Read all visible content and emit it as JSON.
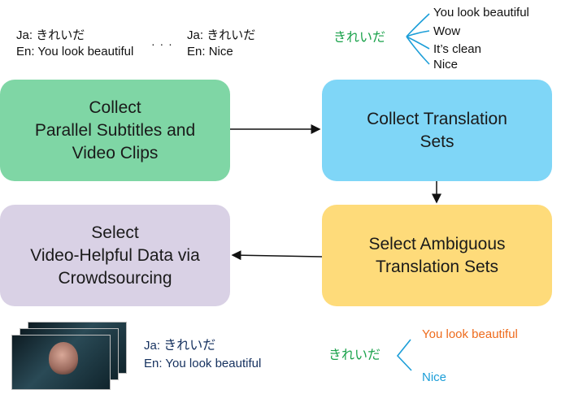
{
  "top_left_example": {
    "first": {
      "ja_prefix": "Ja:",
      "ja_text": "きれいだ",
      "en_prefix": "En:",
      "en_text": "You look beautiful"
    },
    "ellipsis": "· · ·",
    "second": {
      "ja_prefix": "Ja:",
      "ja_text": "きれいだ",
      "en_prefix": "En:",
      "en_text": "Nice"
    }
  },
  "top_right_example": {
    "source": "きれいだ",
    "translations": [
      "You look beautiful",
      "Wow",
      "It’s clean",
      "Nice"
    ]
  },
  "boxes": {
    "collect": "Collect\nParallel Subtitles and\nVideo Clips",
    "translation_sets": "Collect Translation\nSets",
    "ambiguous": "Select Ambiguous\nTranslation Sets",
    "crowd": "Select\nVideo-Helpful Data via\nCrowdsourcing"
  },
  "bottom_example": {
    "ja_prefix": "Ja:",
    "ja_text": "きれいだ",
    "en_prefix": "En:",
    "en_text": "You look beautiful"
  },
  "bottom_right_example": {
    "source": "きれいだ",
    "translations": [
      "You look beautiful",
      "Nice"
    ]
  },
  "colors": {
    "collect": "#7fd6a5",
    "translation_sets": "#7fd6f7",
    "ambiguous": "#fedb7a",
    "crowd": "#d9d1e5",
    "source_text": "#1aa24b",
    "orange": "#ee6b1c",
    "blue": "#1c9ed8",
    "navy": "#14305e"
  }
}
